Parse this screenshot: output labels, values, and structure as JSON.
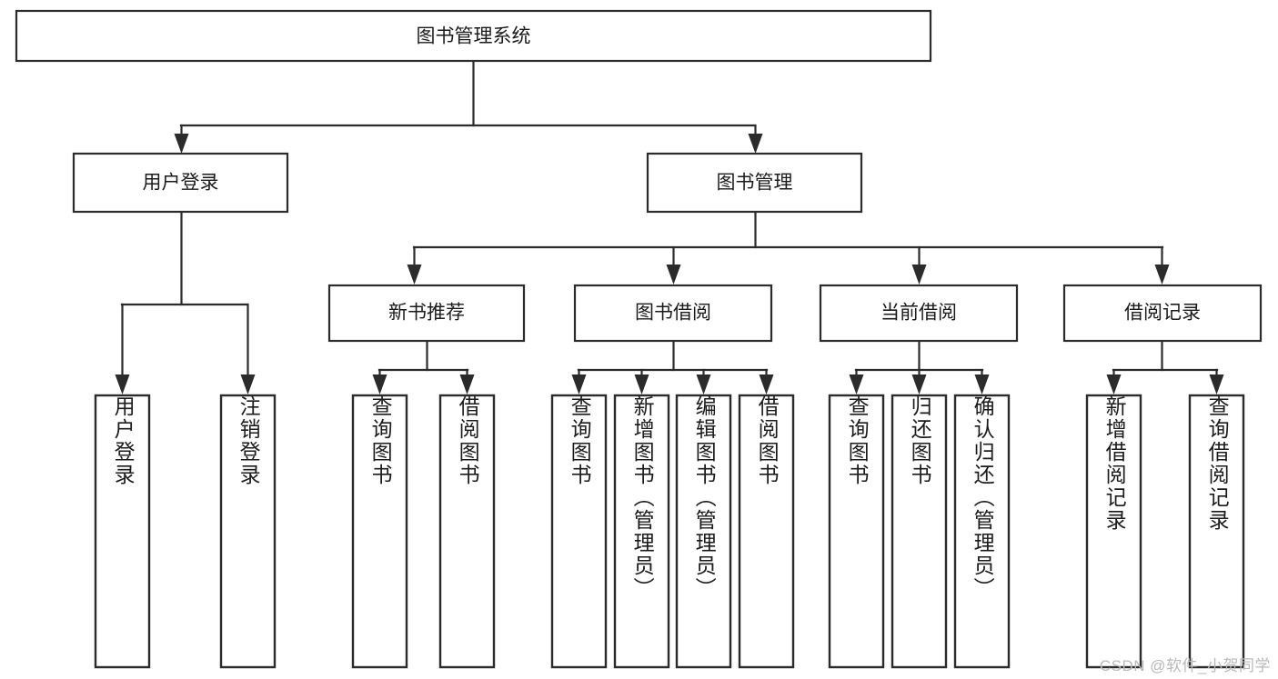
{
  "diagram": {
    "title": "图书管理系统",
    "type": "tree-hierarchy",
    "orientation": "top-down",
    "colors": {
      "stroke": "#2b2b2b",
      "fill": "#ffffff",
      "text": "#1b1b1b",
      "watermark": "#b9b9b9"
    }
  },
  "root": {
    "label": "图书管理系统"
  },
  "level2": [
    {
      "label": "用户登录"
    },
    {
      "label": "图书管理"
    }
  ],
  "level3": [
    {
      "label": "新书推荐"
    },
    {
      "label": "图书借阅"
    },
    {
      "label": "当前借阅"
    },
    {
      "label": "借阅记录"
    }
  ],
  "leaves": {
    "user_login": [
      {
        "label": "用户登录"
      },
      {
        "label": "注销登录"
      }
    ],
    "new_book_recommend": [
      {
        "label": "查询图书"
      },
      {
        "label": "借阅图书"
      }
    ],
    "book_borrow": [
      {
        "label": "查询图书"
      },
      {
        "label": "新增图书（管理员）"
      },
      {
        "label": "编辑图书（管理员）"
      },
      {
        "label": "借阅图书"
      }
    ],
    "current_borrow": [
      {
        "label": "查询图书"
      },
      {
        "label": "归还图书"
      },
      {
        "label": "确认归还（管理员）"
      }
    ],
    "borrow_record": [
      {
        "label": "新增借阅记录"
      },
      {
        "label": "查询借阅记录"
      }
    ]
  },
  "watermark": {
    "text": "CSDN @软件_小贺同学"
  }
}
